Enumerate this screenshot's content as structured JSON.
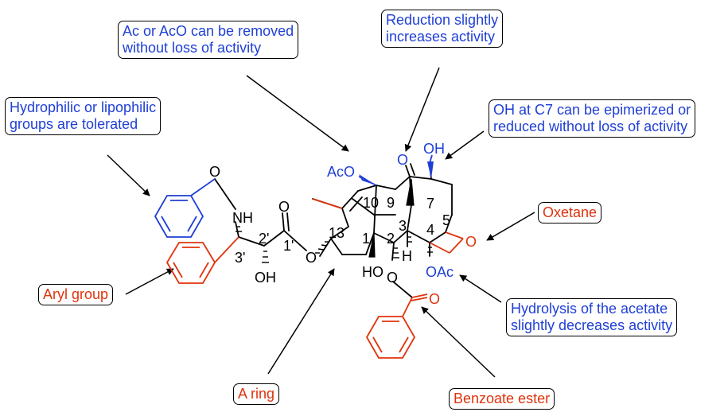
{
  "colors": {
    "blue": "#1f3fd6",
    "red": "#e0330c",
    "black": "#000000"
  },
  "callouts": {
    "ac_removed": {
      "line1": "Ac or AcO can be removed",
      "line2": "without loss of activity"
    },
    "reduction": {
      "line1": "Reduction slightly",
      "line2": "increases activity"
    },
    "hydrophilic": {
      "line1": "Hydrophilic or lipophilic",
      "line2": "groups are tolerated"
    },
    "oh_c7": {
      "line1": "OH at C7 can be epimerized or",
      "line2": "reduced without loss of activity"
    },
    "oxetane": "Oxetane",
    "aryl": "Aryl group",
    "hydrolysis": {
      "line1": "Hydrolysis of the acetate",
      "line2": "slightly decreases activity"
    },
    "a_ring": "A ring",
    "benzoate": "Benzoate ester"
  },
  "molecule": {
    "acetoxy_top": "AcO",
    "carbonyl_o": "O",
    "hydroxyl_c7": "OH",
    "amide_o": "O",
    "amide_nh": "NH",
    "ester_o_carbonyl": "O",
    "ester_o_link": "O",
    "oxetane_o": "O",
    "acetate_c4": "OAc",
    "hydrogen_c3": "H",
    "hydroxyl_c1": "HO",
    "hydroxyl_2p": "OH",
    "benzoate_o_link": "O",
    "benzoate_o_carbonyl": "O",
    "numbers": {
      "n10": "10",
      "n9": "9",
      "n7": "7",
      "n5": "5",
      "n4": "4",
      "n3": "3",
      "n2": "2",
      "n1": "1",
      "n13": "13",
      "n2p": "2'",
      "n3p": "3'",
      "n1p": "1'"
    }
  }
}
